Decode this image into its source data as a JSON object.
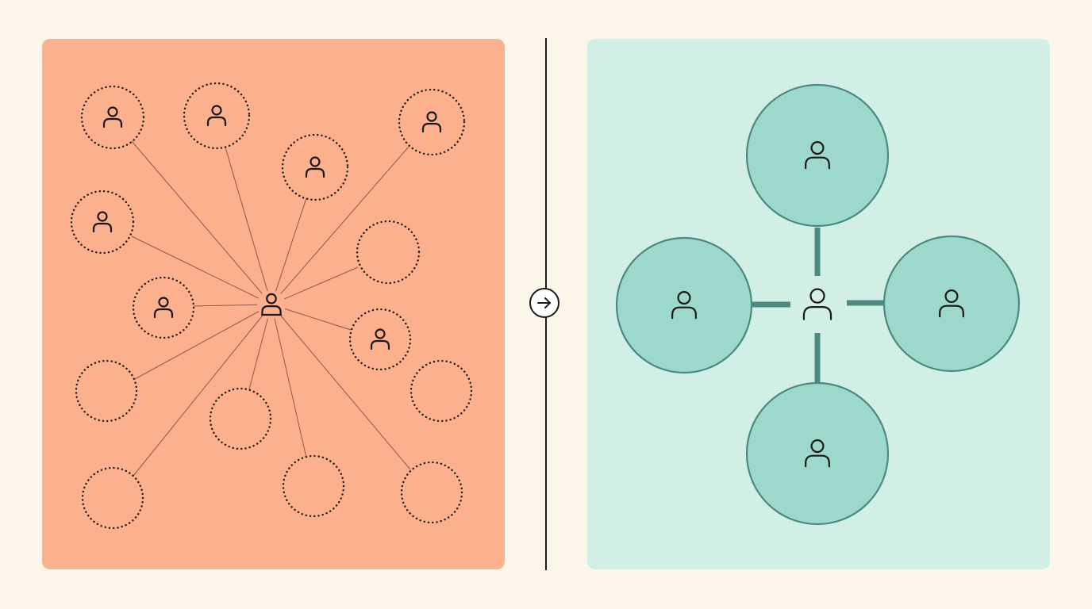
{
  "colors": {
    "background": "#fcf6e9",
    "left_panel": "#fdb08d",
    "right_panel": "#d2efe6",
    "divider": "#1a1a1a",
    "dotted_outline": "#1a1a1a",
    "connection_line": "#7a4a3a",
    "teal_fill": "#9dd8cd",
    "teal_stroke": "#4a8a80",
    "teal_connector": "#4a8a80",
    "icon_stroke": "#1a1a1a"
  },
  "icons": {
    "arrow": "arrow-right-icon",
    "person": "person-icon"
  },
  "scattered_network": {
    "hub": {
      "icon": "person-icon"
    },
    "nodes": [
      {
        "id": "n1",
        "has_person": true,
        "connected": true
      },
      {
        "id": "n2",
        "has_person": true,
        "connected": true
      },
      {
        "id": "n3",
        "has_person": true,
        "connected": true
      },
      {
        "id": "n4",
        "has_person": true,
        "connected": true
      },
      {
        "id": "n5",
        "has_person": true,
        "connected": true
      },
      {
        "id": "n6",
        "has_person": false,
        "connected": true
      },
      {
        "id": "n7",
        "has_person": true,
        "connected": true
      },
      {
        "id": "n8",
        "has_person": true,
        "connected": true
      },
      {
        "id": "n9",
        "has_person": false,
        "connected": true
      },
      {
        "id": "n10",
        "has_person": false,
        "connected": true
      },
      {
        "id": "n11",
        "has_person": false,
        "connected": false
      },
      {
        "id": "n12",
        "has_person": false,
        "connected": true
      },
      {
        "id": "n13",
        "has_person": false,
        "connected": true
      },
      {
        "id": "n14",
        "has_person": false,
        "connected": true
      }
    ]
  },
  "focused_network": {
    "hub": {
      "icon": "person-icon"
    },
    "nodes": [
      {
        "id": "top",
        "has_person": true
      },
      {
        "id": "left",
        "has_person": true
      },
      {
        "id": "right",
        "has_person": true
      },
      {
        "id": "bottom",
        "has_person": true
      }
    ]
  }
}
